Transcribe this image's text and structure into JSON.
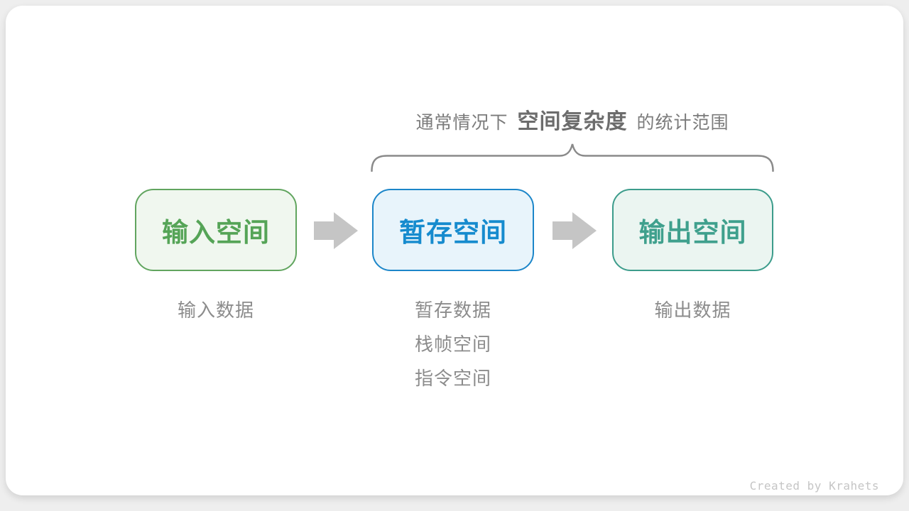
{
  "page": {
    "background_color": "#EEEEEE",
    "card_color": "#FFFFFF"
  },
  "header": {
    "prefix": "通常情况下",
    "highlight": "空间复杂度",
    "suffix": "的统计范围"
  },
  "brace": {
    "color": "#8A8A8A"
  },
  "flow": {
    "arrow_color": "#C5C5C5",
    "nodes": [
      {
        "label": "输入空间",
        "text_color": "#55A457",
        "border_color": "#61A55F",
        "fill_color": "#F0F7EF",
        "notes": [
          "输入数据"
        ]
      },
      {
        "label": "暂存空间",
        "text_color": "#168BCE",
        "border_color": "#1C86C9",
        "fill_color": "#E8F4FB",
        "notes": [
          "暂存数据",
          "栈帧空间",
          "指令空间"
        ]
      },
      {
        "label": "输出空间",
        "text_color": "#3FA08D",
        "border_color": "#3C9C8B",
        "fill_color": "#EBF5F1",
        "notes": [
          "输出数据"
        ]
      }
    ]
  },
  "footer": {
    "credit": "Created by Krahets"
  }
}
